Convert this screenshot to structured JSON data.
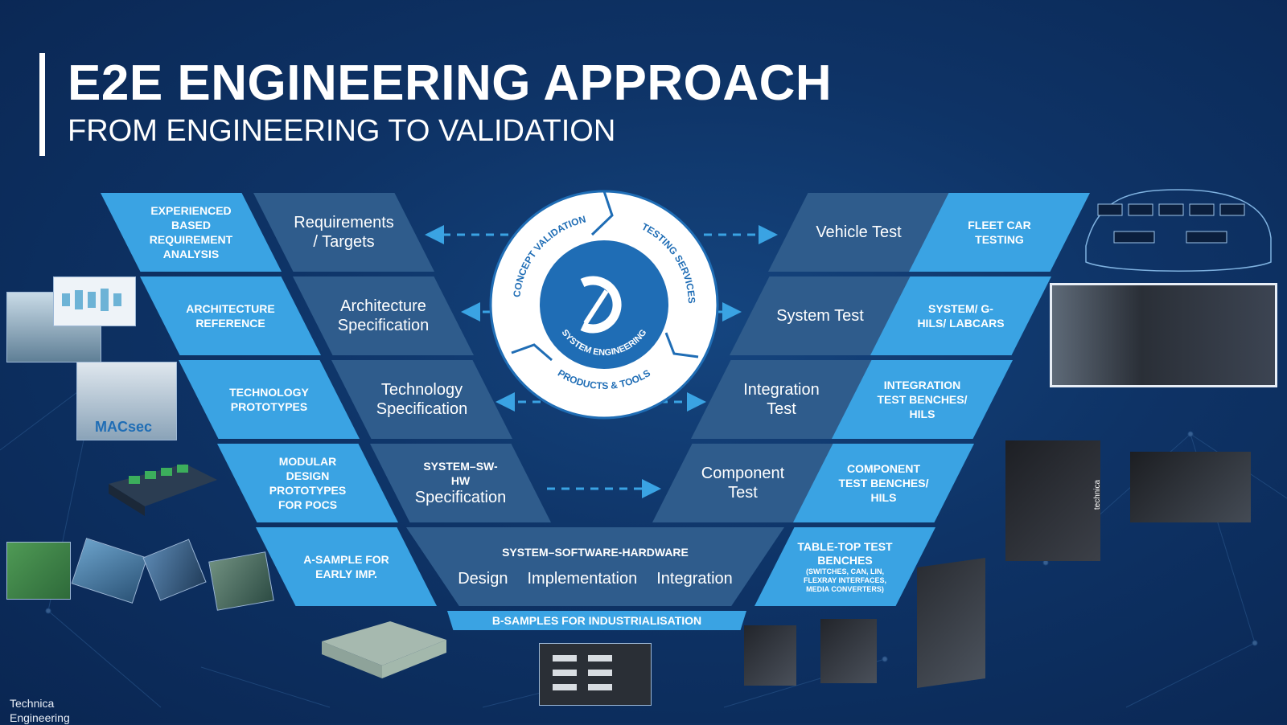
{
  "header": {
    "title": "E2E ENGINEERING APPROACH",
    "subtitle": "FROM ENGINEERING TO VALIDATION"
  },
  "left_outer": [
    "EXPERIENCED BASED REQUIREMENT ANALYSIS",
    "ARCHITECTURE REFERENCE",
    "TECHNOLOGY PROTOTYPES",
    "MODULAR DESIGN PROTOTYPES FOR POCS",
    "A-SAMPLE FOR EARLY IMP."
  ],
  "left_inner": [
    "Requirements / Targets",
    "Architecture Specification",
    "Technology Specification",
    "SYSTEM–SW-HW",
    "Specification"
  ],
  "right_inner": [
    "Vehicle Test",
    "System Test",
    "Integration Test",
    "Component Test"
  ],
  "right_outer": [
    "FLEET CAR TESTING",
    "SYSTEM/ G-HILS/ LABCARS",
    "INTEGRATION TEST BENCHES/ HILS",
    "COMPONENT TEST BENCHES/ HILS",
    "TABLE-TOP TEST BENCHES",
    "(SWITCHES, CAN, LIN, FLEXRAY INTERFACES, MEDIA CONVERTERS)"
  ],
  "bottom": {
    "heading": "SYSTEM–SOFTWARE-HARDWARE",
    "design": "Design",
    "implementation": "Implementation",
    "integration": "Integration",
    "strip": "B-SAMPLES FOR INDUSTRIALISATION"
  },
  "cycle": {
    "concept": "CONCEPT VALIDATION",
    "testing": "TESTING SERVICES",
    "products": "PRODUCTS & TOOLS",
    "center": "SYSTEM ENGINEERING"
  },
  "photo_texts": {
    "macsec": "MACsec",
    "brand": "technica"
  },
  "footer": {
    "line1": "Technica",
    "line2": "Engineering"
  },
  "colors": {
    "background": "#0e3366",
    "light_blue": "#3aa3e3",
    "dark_blue": "#2f5c8c",
    "circle_blue": "#1f6db5"
  }
}
